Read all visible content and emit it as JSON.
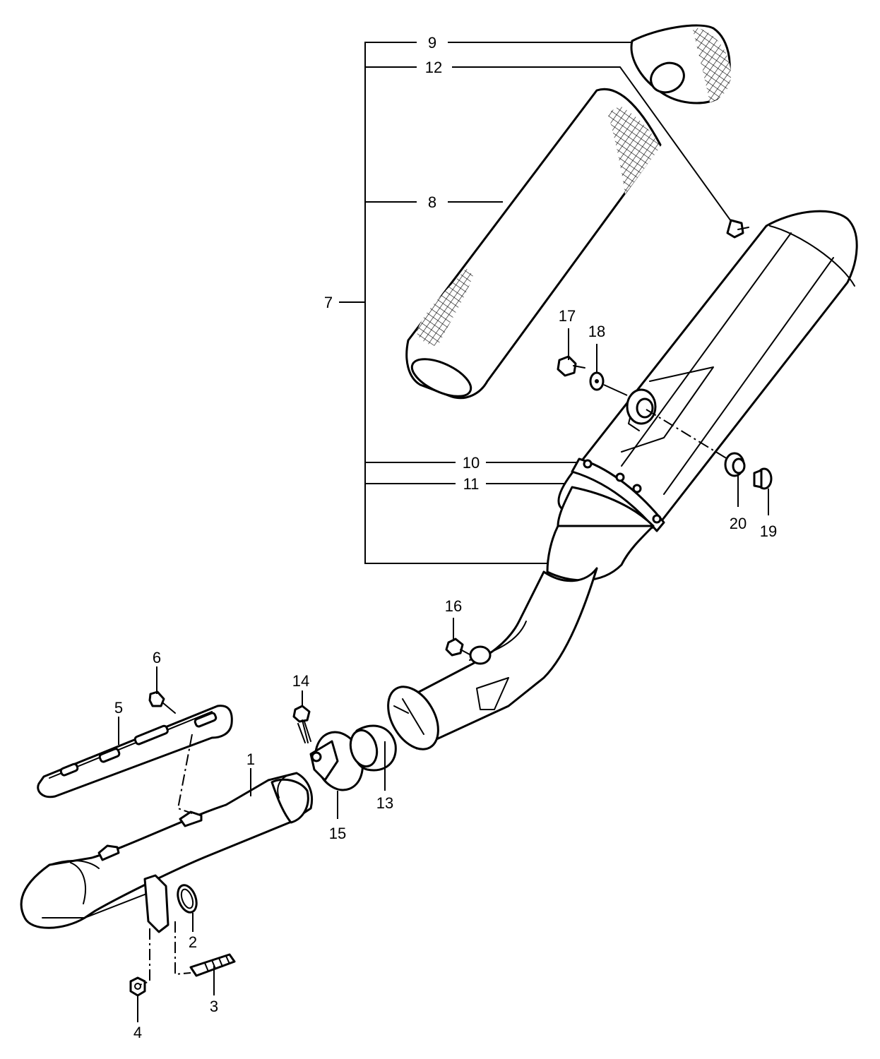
{
  "diagram": {
    "type": "exploded-parts-diagram",
    "subject": "exhaust system",
    "callouts": [
      {
        "id": "c1",
        "label": "1"
      },
      {
        "id": "c2",
        "label": "2"
      },
      {
        "id": "c3",
        "label": "3"
      },
      {
        "id": "c4",
        "label": "4"
      },
      {
        "id": "c5",
        "label": "5"
      },
      {
        "id": "c6",
        "label": "6"
      },
      {
        "id": "c7",
        "label": "7"
      },
      {
        "id": "c8",
        "label": "8"
      },
      {
        "id": "c9",
        "label": "9"
      },
      {
        "id": "c10",
        "label": "10"
      },
      {
        "id": "c11",
        "label": "11"
      },
      {
        "id": "c12",
        "label": "12"
      },
      {
        "id": "c13",
        "label": "13"
      },
      {
        "id": "c14",
        "label": "14"
      },
      {
        "id": "c15",
        "label": "15"
      },
      {
        "id": "c16",
        "label": "16"
      },
      {
        "id": "c17",
        "label": "17"
      },
      {
        "id": "c18",
        "label": "18"
      },
      {
        "id": "c19",
        "label": "19"
      },
      {
        "id": "c20",
        "label": "20"
      }
    ]
  }
}
